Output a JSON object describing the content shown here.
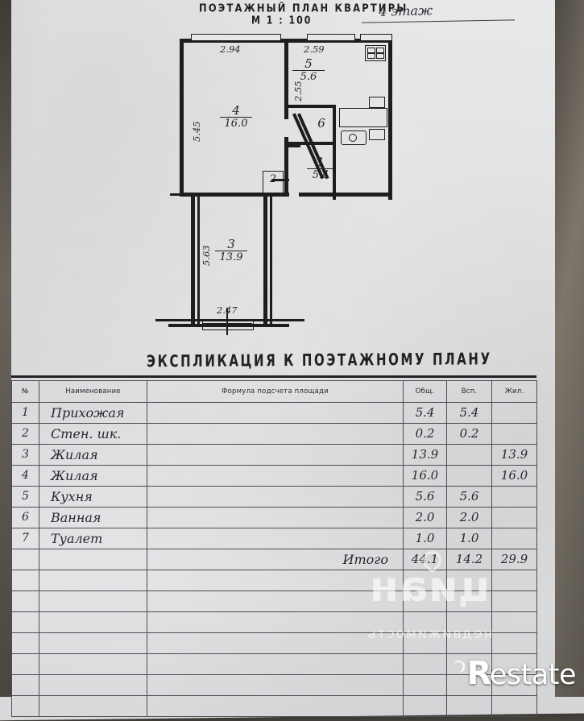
{
  "document": {
    "title": "ПОЭТАЖНЫЙ ПЛАН КВАРТИРЫ",
    "scale": "М 1 : 100",
    "floor_note": "4 этаж",
    "explication_title": "ЭКСПЛИКАЦИЯ К ПОЭТАЖНОМУ ПЛАНУ"
  },
  "floor_plan": {
    "rooms": [
      {
        "num": "4",
        "area": "16.0"
      },
      {
        "num": "5",
        "area": "5.6"
      },
      {
        "num": "6",
        "area": ""
      },
      {
        "num": "1",
        "area": "5.4"
      },
      {
        "num": "2",
        "area": ""
      },
      {
        "num": "3",
        "area": "13.9"
      }
    ],
    "dimensions": {
      "room4_width": "2.94",
      "room5_width": "2.59",
      "room5_height": "2.55",
      "room4_height": "5.45",
      "room3_height": "5.63",
      "balcony_width": "2.47"
    }
  },
  "table": {
    "headers": [
      "№",
      "Наименование",
      "Формула подсчета площади",
      "Общ.",
      "Всп.",
      "Жил."
    ],
    "rows": [
      {
        "num": "1",
        "name": "Прихожая",
        "formula": "",
        "total": "5.4",
        "aux": "5.4",
        "living": ""
      },
      {
        "num": "2",
        "name": "Стен. шк.",
        "formula": "",
        "total": "0.2",
        "aux": "0.2",
        "living": ""
      },
      {
        "num": "3",
        "name": "Жилая",
        "formula": "",
        "total": "13.9",
        "aux": "",
        "living": "13.9"
      },
      {
        "num": "4",
        "name": "Жилая",
        "formula": "",
        "total": "16.0",
        "aux": "",
        "living": "16.0"
      },
      {
        "num": "5",
        "name": "Кухня",
        "formula": "",
        "total": "5.6",
        "aux": "5.6",
        "living": ""
      },
      {
        "num": "6",
        "name": "Ванная",
        "formula": "",
        "total": "2.0",
        "aux": "2.0",
        "living": ""
      },
      {
        "num": "7",
        "name": "Туалет",
        "formula": "",
        "total": "1.0",
        "aux": "1.0",
        "living": ""
      }
    ],
    "total_row": {
      "num": "",
      "name": "",
      "formula": "Итого",
      "total": "44.1",
      "aux": "14.2",
      "living": "29.9"
    },
    "empty_rows": 7
  },
  "watermarks": {
    "cian_main": "циан",
    "cian_sub": "недвижимость",
    "restate_r": "R",
    "restate_rest": "estate"
  }
}
